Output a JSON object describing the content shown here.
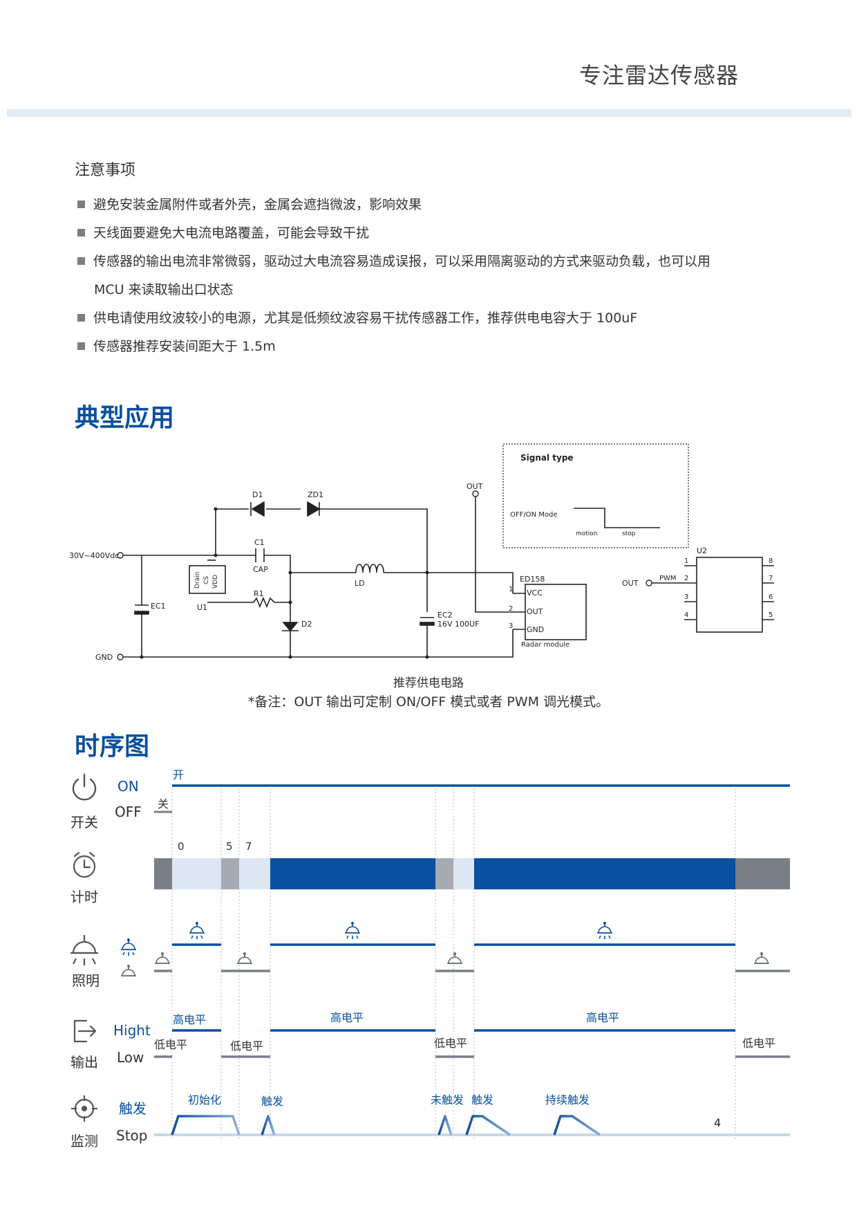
{
  "header": {
    "brand": "专注雷达传感器"
  },
  "notes": {
    "title": "注意事项",
    "items": [
      "避免安装金属附件或者外壳，金属会遮挡微波，影响效果",
      "天线面要避免大电流电路覆盖，可能会导致干扰",
      "传感器的输出电流非常微弱，驱动过大电流容易造成误报，可以采用隔离驱动的方式来驱动负载，也可以用",
      "MCU  来读取输出口状态",
      "供电请使用纹波较小的电源，尤其是低频纹波容易干扰传感器工作，推荐供电电容大于  100uF",
      "传感器推荐安装间距大于  1.5m"
    ]
  },
  "typical_app": {
    "title": "典型应用",
    "circuit": {
      "vin": "30V~400Vdc",
      "gnd": "GND",
      "d1": "D1",
      "zd1": "ZD1",
      "c1": "C1",
      "cap": "CAP",
      "r1": "R1",
      "ld": "LD",
      "d2": "D2",
      "ec1": "EC1",
      "u1": "U1",
      "u1_pins": [
        "Drain",
        "CS",
        "VDD"
      ],
      "ec2": "EC2",
      "ec2_val": "16V 100UF",
      "out": "OUT",
      "module": "ED158",
      "module_pins": [
        "VCC",
        "OUT",
        "GND"
      ],
      "module_label": "Radar module",
      "pin_nums": [
        "1",
        "2",
        "3"
      ],
      "signal_type": "Signal type",
      "mode": "OFF/ON Mode",
      "motion": "motion",
      "stop": "stop",
      "u2": "U2",
      "u2_left_pins": [
        "1",
        "2",
        "3",
        "4"
      ],
      "u2_right_pins": [
        "8",
        "7",
        "6",
        "5"
      ],
      "pwm": "PWM",
      "u2_out": "OUT"
    },
    "circuit_caption": "推荐供电电路",
    "note": "*备注：OUT  输出可定制  ON/OFF  模式或者  PWM  调光模式。"
  },
  "timing": {
    "title": "时序图",
    "switch": {
      "label": "开关",
      "on": "ON",
      "off": "OFF",
      "open": "开",
      "close": "关"
    },
    "timer": {
      "label": "计时",
      "marks": [
        "0",
        "5",
        "7"
      ]
    },
    "light": {
      "label": "照明"
    },
    "output": {
      "label": "输出",
      "high": "Hight",
      "low": "Low",
      "high_level": "高电平",
      "low_level": "低电平"
    },
    "monitor": {
      "label": "监测",
      "trigger": "触发",
      "stop": "Stop",
      "init": "初始化",
      "no_trigger": "未触发",
      "continuous": "持续触发"
    },
    "colors": {
      "blue": "#0a4fa0",
      "gray": "#7a7f87",
      "light": "#dde7f3",
      "mid": "#a6aab3"
    }
  },
  "page_number": "4"
}
